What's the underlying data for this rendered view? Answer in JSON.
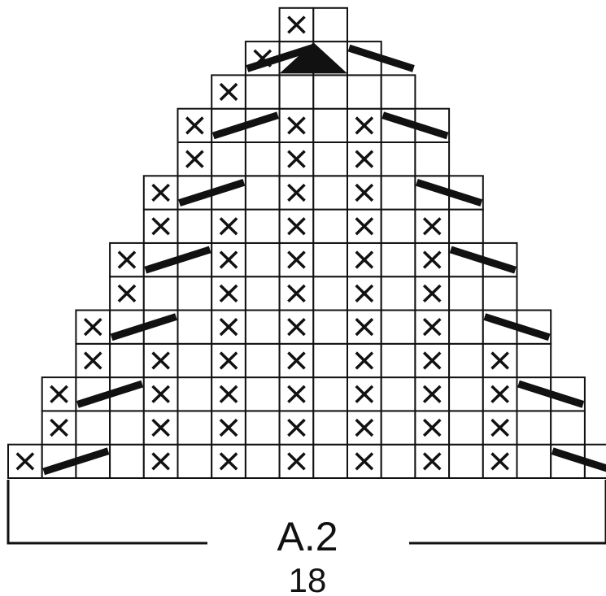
{
  "chart": {
    "name": "A.2",
    "stitch_count": "18",
    "colors": {
      "ink": "#111111",
      "cell_bg": "#ffffff",
      "grid": "#111111"
    }
  },
  "diagram": {
    "symbols": [
      "x-stitch-icon",
      "empty-cell",
      "decrease-slash-icon",
      "center-triangle-icon"
    ],
    "rows": [
      {
        "row": 1,
        "first_col": 0,
        "last_col": 17,
        "x_cols": [
          0,
          4,
          6,
          8,
          10,
          12,
          14
        ]
      },
      {
        "row": 2,
        "first_col": 1,
        "last_col": 16,
        "x_cols": [
          1,
          4,
          6,
          8,
          10,
          12,
          14
        ]
      },
      {
        "row": 3,
        "first_col": 1,
        "last_col": 16,
        "x_cols": [
          1,
          4,
          6,
          8,
          10,
          12,
          14
        ]
      },
      {
        "row": 4,
        "first_col": 2,
        "last_col": 15,
        "x_cols": [
          2,
          4,
          6,
          8,
          10,
          12,
          14
        ]
      },
      {
        "row": 5,
        "first_col": 2,
        "last_col": 15,
        "x_cols": [
          2,
          6,
          8,
          10,
          12
        ]
      },
      {
        "row": 6,
        "first_col": 3,
        "last_col": 14,
        "x_cols": [
          3,
          6,
          8,
          10,
          12
        ]
      },
      {
        "row": 7,
        "first_col": 3,
        "last_col": 14,
        "x_cols": [
          3,
          6,
          8,
          10,
          12
        ]
      },
      {
        "row": 8,
        "first_col": 4,
        "last_col": 13,
        "x_cols": [
          4,
          6,
          8,
          10,
          12
        ]
      },
      {
        "row": 9,
        "first_col": 4,
        "last_col": 13,
        "x_cols": [
          4,
          8,
          10
        ]
      },
      {
        "row": 10,
        "first_col": 5,
        "last_col": 12,
        "x_cols": [
          5,
          8,
          10
        ]
      },
      {
        "row": 11,
        "first_col": 5,
        "last_col": 12,
        "x_cols": [
          5,
          8,
          10
        ]
      },
      {
        "row": 12,
        "first_col": 6,
        "last_col": 11,
        "x_cols": [
          6
        ]
      },
      {
        "row": 13,
        "first_col": 7,
        "last_col": 10,
        "x_cols": [
          7
        ]
      },
      {
        "row": 14,
        "first_col": 8,
        "last_col": 9,
        "x_cols": [
          8
        ]
      }
    ],
    "left_decreases": [
      1,
      3,
      5,
      7,
      9,
      11,
      13
    ],
    "right_decreases": [
      1,
      3,
      5,
      7,
      9,
      11,
      13
    ]
  }
}
